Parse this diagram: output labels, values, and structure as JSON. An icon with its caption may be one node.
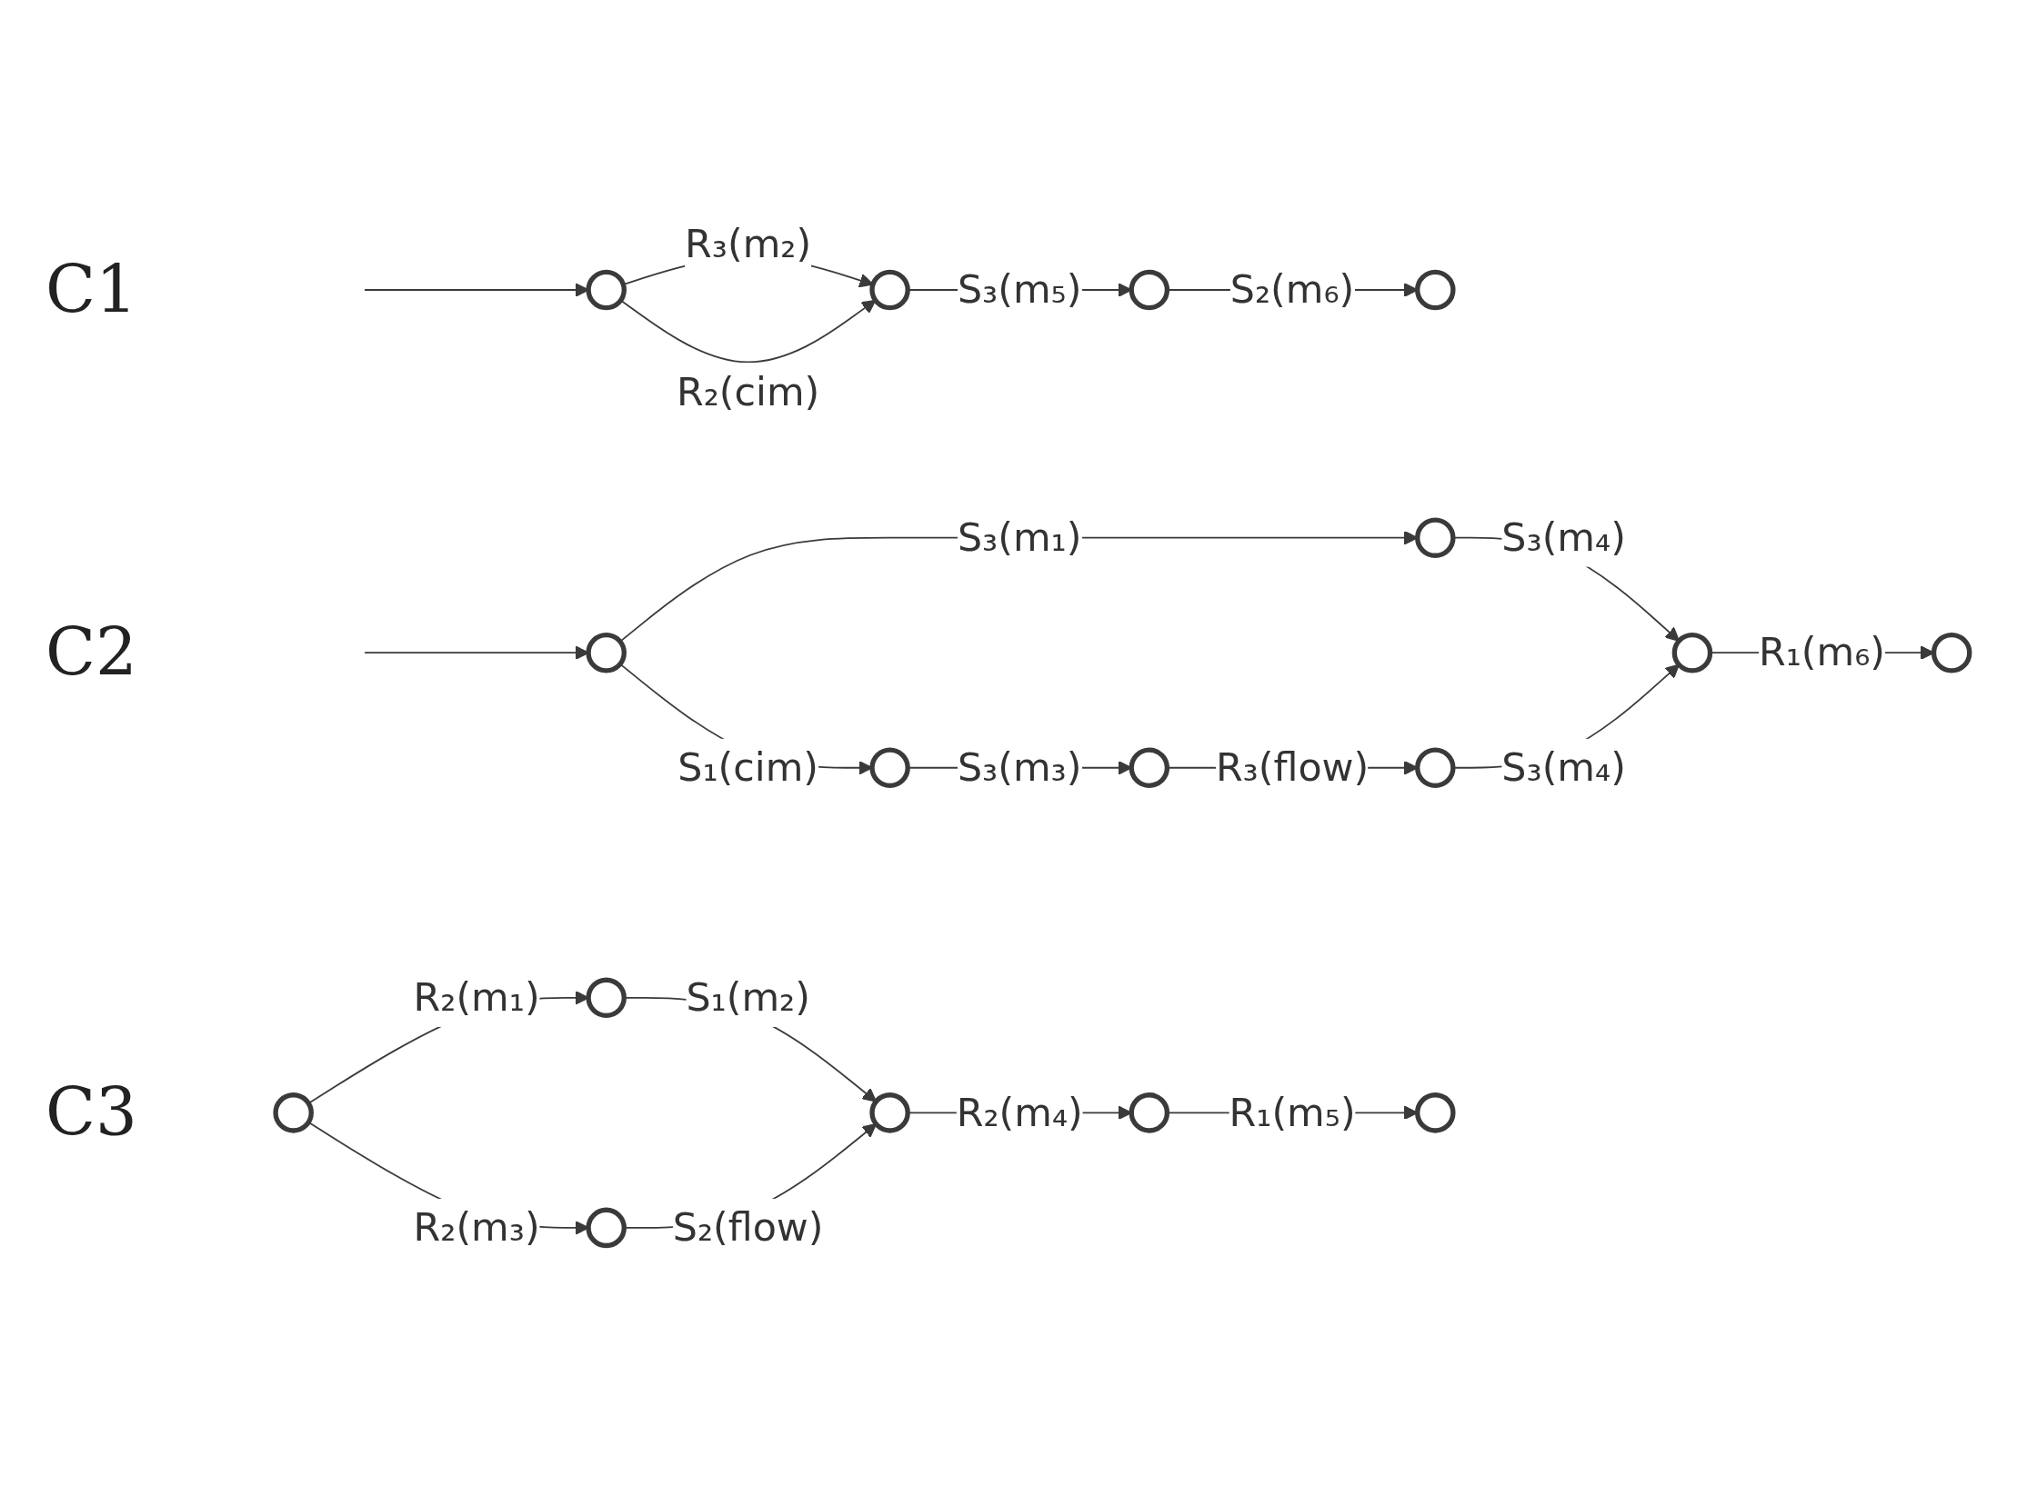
{
  "diagram": {
    "nodes": [
      {
        "text": [],
        "shape": "circle"
      },
      {
        "text": [],
        "shape": "circle"
      },
      {
        "text": [],
        "shape": "circle"
      },
      {
        "text": [],
        "shape": "circle"
      },
      {
        "text": [],
        "shape": "circle"
      },
      {
        "text": [],
        "shape": "circle"
      },
      {
        "text": [],
        "shape": "circle"
      },
      {
        "text": [],
        "shape": "circle"
      },
      {
        "text": [],
        "shape": "circle"
      },
      {
        "text": [],
        "shape": "circle"
      },
      {
        "text": [],
        "shape": "circle"
      },
      {
        "text": [],
        "shape": "circle"
      },
      {
        "text": [],
        "shape": "circle"
      },
      {
        "text": [],
        "shape": "circle"
      },
      {
        "text": [],
        "shape": "circle"
      },
      {
        "text": [],
        "shape": "circle"
      },
      {
        "text": [],
        "shape": "circle"
      }
    ],
    "edges": [
      {
        "from": null,
        "to": 0,
        "arrow": "to"
      },
      {
        "from": 0,
        "to": 1,
        "arrow": "to",
        "label": "R₃(m₂)"
      },
      {
        "from": 0,
        "to": 1,
        "arrow": "to",
        "label": "R₂(cim)"
      },
      {
        "from": 1,
        "to": 2,
        "arrow": "to",
        "label": "S₃(m₅)"
      },
      {
        "from": 2,
        "to": 3,
        "arrow": "to",
        "label": "S₂(m₆)"
      },
      {
        "from": null,
        "to": 4,
        "arrow": "to"
      },
      {
        "from": 4,
        "to": 5,
        "arrow": "to",
        "label": "S₃(m₁)"
      },
      {
        "from": 4,
        "to": 6,
        "arrow": "to",
        "label": "S₁(cim)"
      },
      {
        "from": 5,
        "to": 9,
        "arrow": "to",
        "label": "S₃(m₄)"
      },
      {
        "from": 6,
        "to": 7,
        "arrow": "to",
        "label": "S₃(m₃)"
      },
      {
        "from": 7,
        "to": 8,
        "arrow": "to",
        "label": "R₃(flow)"
      },
      {
        "from": 8,
        "to": 9,
        "arrow": "to",
        "label": "S₃(m₄)"
      },
      {
        "from": 9,
        "to": 10,
        "arrow": "to",
        "label": "R₁(m₆)"
      },
      {
        "from": 11,
        "to": 12,
        "arrow": "to",
        "label": "R₂(m₁)"
      },
      {
        "from": 11,
        "to": 13,
        "arrow": "to",
        "label": "R₂(m₃)"
      },
      {
        "from": 12,
        "to": 14,
        "arrow": "to",
        "label": "S₁(m₂)"
      },
      {
        "from": 13,
        "to": 14,
        "arrow": "to",
        "label": "S₂(flow)"
      },
      {
        "from": 14,
        "to": 15,
        "arrow": "to",
        "label": "R₂(m₄)"
      },
      {
        "from": 15,
        "to": 16,
        "arrow": "to",
        "label": "R₁(m₅)"
      }
    ],
    "labels": [
      "C1",
      "C2",
      "C3"
    ]
  }
}
